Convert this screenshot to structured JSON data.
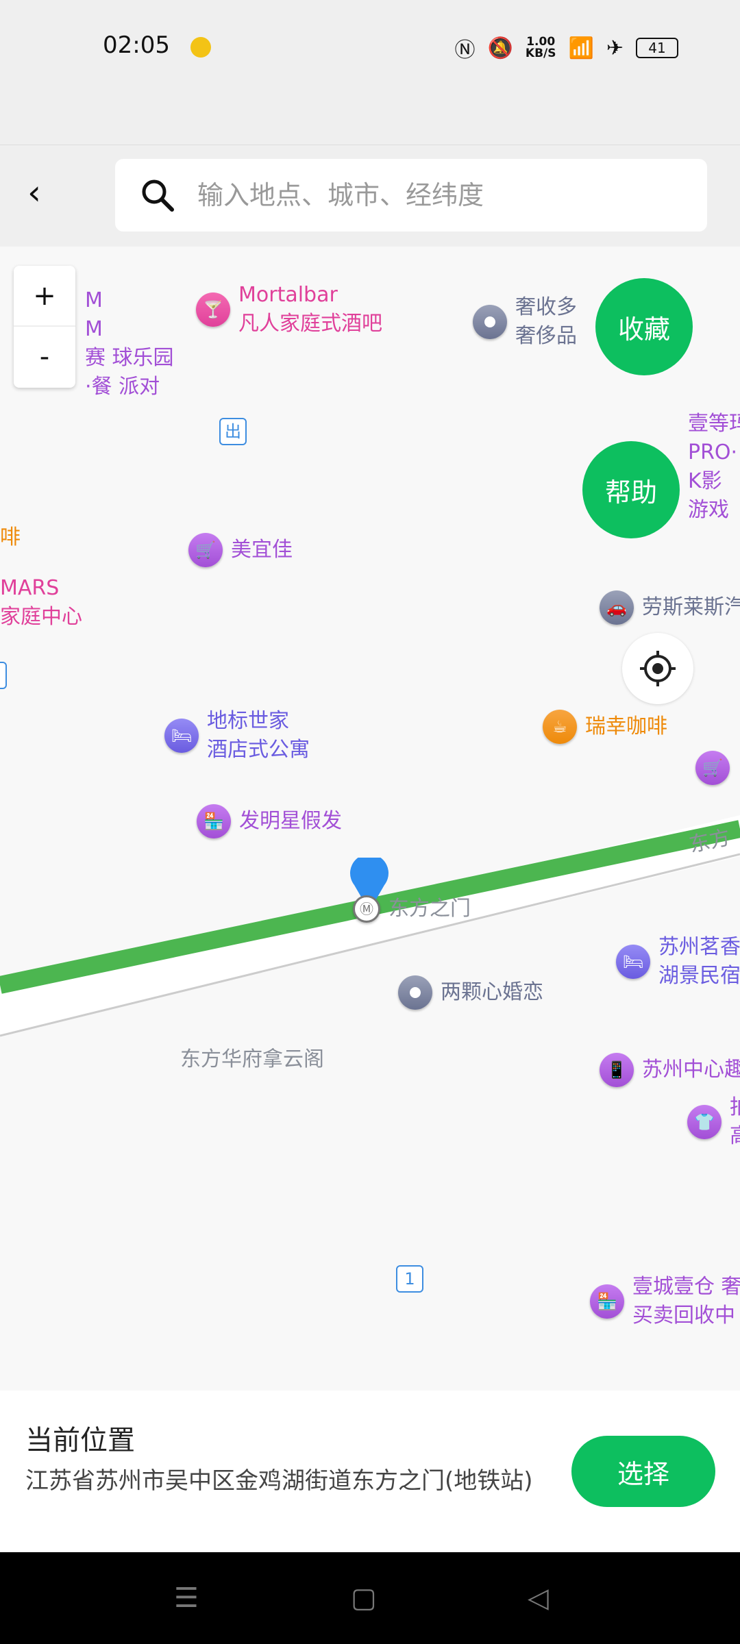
{
  "status": {
    "time": "02:05",
    "speed_top": "1.00",
    "speed_unit": "KB/S",
    "battery": "41",
    "icons": [
      "notification-icon",
      "nfc-icon",
      "mute-icon",
      "wifi-icon",
      "airplane-icon",
      "battery-icon"
    ]
  },
  "header": {
    "back": "‹",
    "search_placeholder": "输入地点、城市、经纬度"
  },
  "map": {
    "zoom_in": "+",
    "zoom_out": "-",
    "favorite": "收藏",
    "help": "帮助",
    "road_label": "东方",
    "pin_label": "东方之门",
    "exit_label": "出",
    "exit1_label": "1",
    "pois": [
      {
        "l1": "M",
        "l2": "M",
        "l3": "赛     球乐园",
        "l4": "·餐     派对"
      },
      {
        "l1": "Mortalbar",
        "l2": "凡人家庭式酒吧"
      },
      {
        "l1": "奢收多",
        "l2": "奢侈品"
      },
      {
        "l1": "壹等玛",
        "l2": "PRO·",
        "l3": "K影",
        "l4": "游戏"
      },
      {
        "l1": "啡"
      },
      {
        "l1": "美宜佳"
      },
      {
        "l1": "MARS",
        "l2": "家庭中心"
      },
      {
        "l1": "劳斯莱斯汽"
      },
      {
        "l1": "瑞幸咖啡"
      },
      {
        "l1": "地标世家",
        "l2": "酒店式公寓"
      },
      {
        "l1": "·"
      },
      {
        "l1": "发明星假发"
      },
      {
        "l1": "苏州茗香",
        "l2": "湖景民宿"
      },
      {
        "l1": "两颗心婚恋"
      },
      {
        "l1": "东方华府拿云阁"
      },
      {
        "l1": "苏州中心趣"
      },
      {
        "l1": "拍",
        "l2": "高"
      },
      {
        "l1": "壹城壹仓 奢",
        "l2": "买卖回收中"
      }
    ],
    "colors": {
      "road": "#4cb650",
      "pin": "#2f8ff0",
      "accent": "#0dbf5f"
    }
  },
  "bottom": {
    "title": "当前位置",
    "address": "江苏省苏州市吴中区金鸡湖街道东方之门(地铁站)",
    "select": "选择"
  }
}
